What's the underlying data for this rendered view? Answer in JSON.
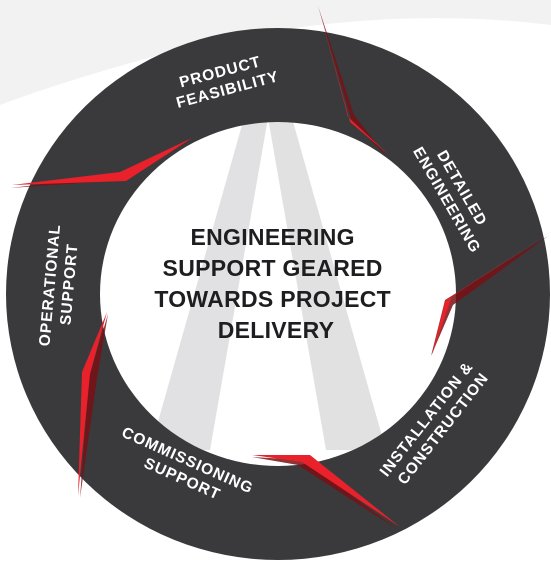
{
  "diagram": {
    "center_text": [
      "ENGINEERING",
      "SUPPORT GEARED",
      "TOWARDS PROJECT",
      "DELIVERY"
    ],
    "segments": [
      {
        "id": "product-feasibility",
        "lines": [
          "PRODUCT",
          "FEASIBILITY"
        ]
      },
      {
        "id": "detailed-engineering",
        "lines": [
          "DETAILED",
          "ENGINEERING"
        ]
      },
      {
        "id": "installation-construction",
        "lines": [
          "INSTALLATION &",
          "CONSTRUCTION"
        ]
      },
      {
        "id": "commissioning-support",
        "lines": [
          "COMMISSIONING",
          "SUPPORT"
        ]
      },
      {
        "id": "operational-support",
        "lines": [
          "OPERATIONAL",
          "SUPPORT"
        ]
      }
    ],
    "colors": {
      "ring": "#3a3a3d",
      "accent": "#e8212a",
      "accent_shadow": "#7a0f13",
      "center_text": "#1e1e20",
      "background_shape": "#f2f2f3",
      "watermark_logo": "#c9c9cc"
    }
  }
}
